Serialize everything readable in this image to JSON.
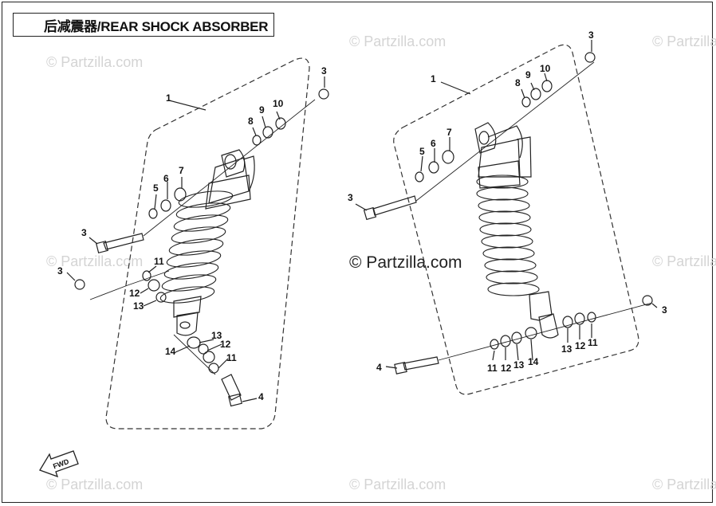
{
  "title": "后减震器/REAR SHOCK ABSORBER",
  "watermark": "© Partzilla.com",
  "fwd_label": "FWD",
  "left_callouts": [
    {
      "id": "l1",
      "label": "1"
    },
    {
      "id": "l3a",
      "label": "3"
    },
    {
      "id": "l8",
      "label": "8"
    },
    {
      "id": "l9",
      "label": "9"
    },
    {
      "id": "l10",
      "label": "10"
    },
    {
      "id": "l7",
      "label": "7"
    },
    {
      "id": "l6",
      "label": "6"
    },
    {
      "id": "l5",
      "label": "5"
    },
    {
      "id": "l3b",
      "label": "3"
    },
    {
      "id": "l11a",
      "label": "11"
    },
    {
      "id": "l3c",
      "label": "3"
    },
    {
      "id": "l12a",
      "label": "12"
    },
    {
      "id": "l13a",
      "label": "13"
    },
    {
      "id": "l13b",
      "label": "13"
    },
    {
      "id": "l12b",
      "label": "12"
    },
    {
      "id": "l14",
      "label": "14"
    },
    {
      "id": "l11b",
      "label": "11"
    },
    {
      "id": "l4",
      "label": "4"
    }
  ],
  "right_callouts": [
    {
      "id": "r3a",
      "label": "3"
    },
    {
      "id": "r10",
      "label": "10"
    },
    {
      "id": "r1",
      "label": "1"
    },
    {
      "id": "r9",
      "label": "9"
    },
    {
      "id": "r8",
      "label": "8"
    },
    {
      "id": "r7",
      "label": "7"
    },
    {
      "id": "r6",
      "label": "6"
    },
    {
      "id": "r5",
      "label": "5"
    },
    {
      "id": "r3b",
      "label": "3"
    },
    {
      "id": "r3c",
      "label": "3"
    },
    {
      "id": "r4",
      "label": "4"
    },
    {
      "id": "r11a",
      "label": "11"
    },
    {
      "id": "r12a",
      "label": "12"
    },
    {
      "id": "r13a",
      "label": "13"
    },
    {
      "id": "r14",
      "label": "14"
    },
    {
      "id": "r13b",
      "label": "13"
    },
    {
      "id": "r12b",
      "label": "12"
    },
    {
      "id": "r11b",
      "label": "11"
    }
  ],
  "colors": {
    "line": "#222222",
    "watermark": "#d4d4d4",
    "panel_dash": "#333333"
  }
}
